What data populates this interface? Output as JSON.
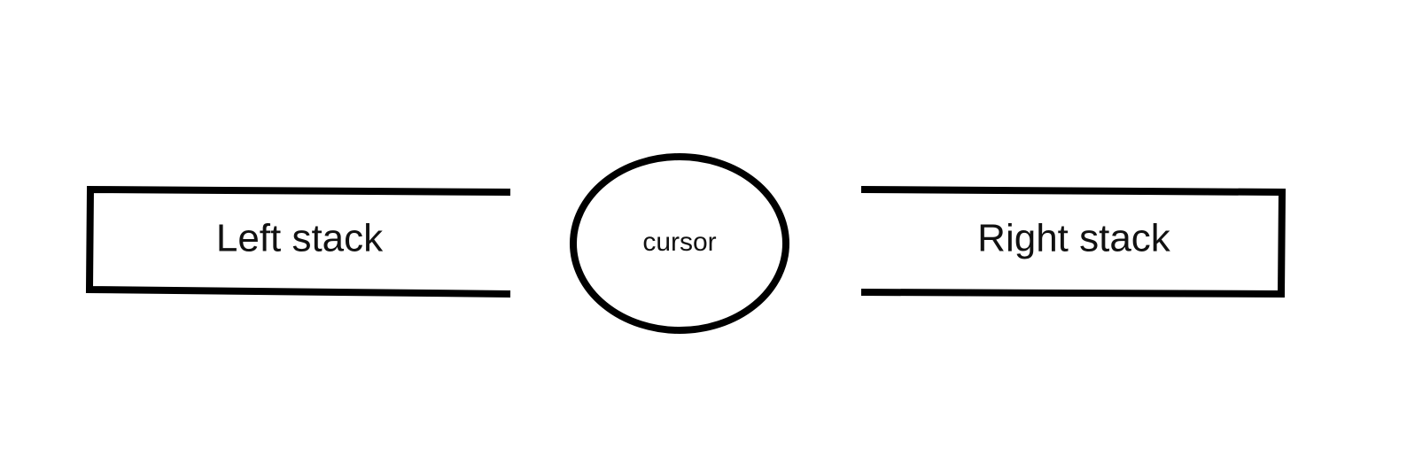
{
  "diagram": {
    "left_stack": {
      "label": "Left stack"
    },
    "cursor": {
      "label": "cursor"
    },
    "right_stack": {
      "label": "Right stack"
    },
    "stroke_color": "#000000",
    "text_color": "#111111",
    "background_color": "#ffffff"
  }
}
